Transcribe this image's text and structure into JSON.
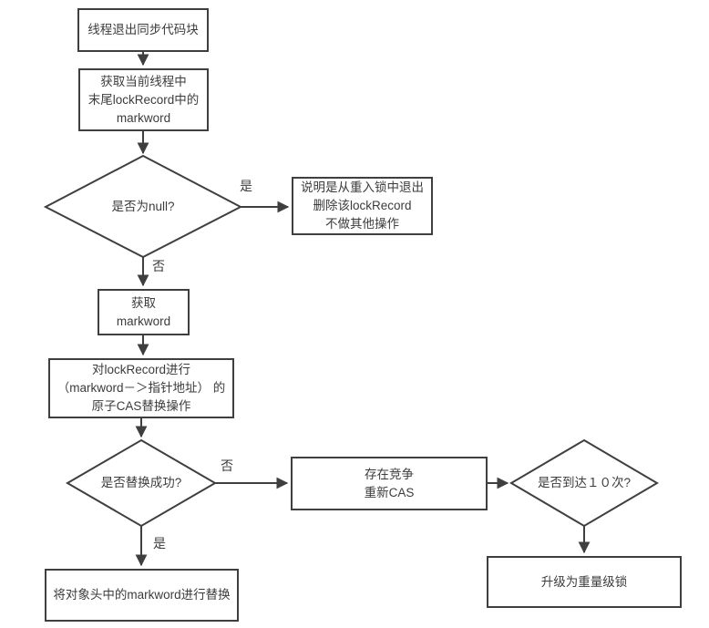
{
  "flowchart": {
    "title": "lightweight-lock-exit-flow",
    "colors": {
      "stroke": "#3f3f3f",
      "text": "#3c3c3c",
      "background": "#ffffff"
    },
    "nodes": {
      "start": {
        "label": "线程退出同步代码块",
        "shape": "rect"
      },
      "get_thread_markword": {
        "label": "获取当前线程中\n末尾lockRecord中的\nmarkword",
        "shape": "rect"
      },
      "is_null": {
        "label": "是否为null?",
        "shape": "diamond"
      },
      "reentrant_exit": {
        "label": "说明是从重入锁中退出\n删除该lockRecord\n不做其他操作",
        "shape": "rect"
      },
      "get_markword": {
        "label": "获取\nmarkword",
        "shape": "rect"
      },
      "cas_replace": {
        "label": "对lockRecord进行\n（markword－＞指针地址） 的\n原子CAS替换操作",
        "shape": "rect"
      },
      "is_replace_success": {
        "label": "是否替换成功?",
        "shape": "diamond"
      },
      "contention_retry": {
        "label": "存在竞争\n重新CAS",
        "shape": "rect"
      },
      "reach_ten_times": {
        "label": "是否到达１０次?",
        "shape": "diamond"
      },
      "upgrade_heavyweight": {
        "label": "升级为重量级锁",
        "shape": "rect"
      },
      "replace_header_markword": {
        "label": "将对象头中的markword进行替换",
        "shape": "rect"
      }
    },
    "edge_labels": {
      "is_null_yes": "是",
      "is_null_no": "否",
      "replace_no": "否",
      "replace_yes": "是"
    }
  }
}
